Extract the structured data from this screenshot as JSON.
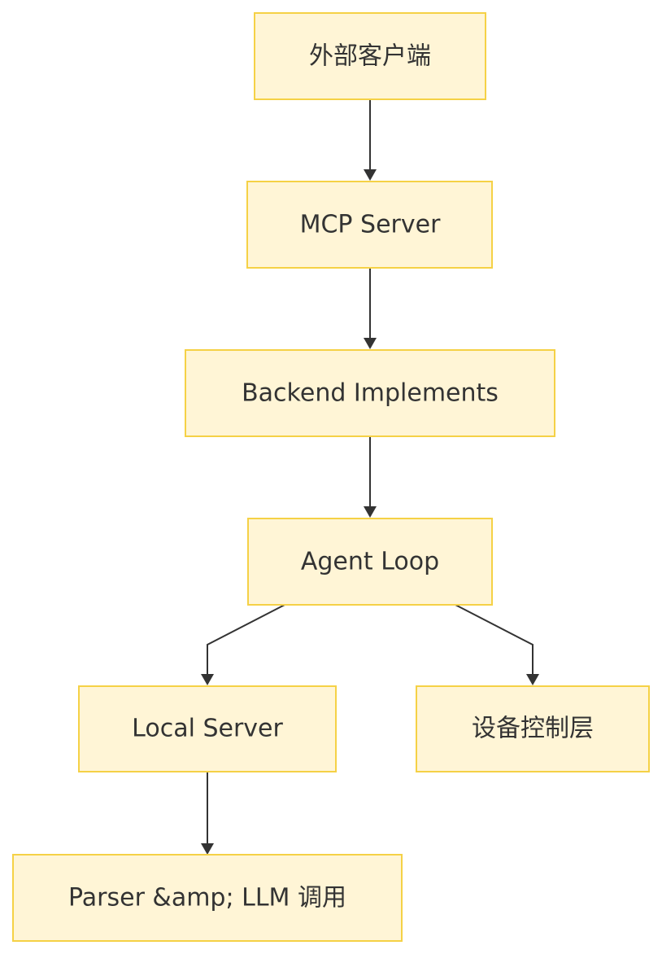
{
  "diagram": {
    "nodes": {
      "external_client": "外部客户端",
      "mcp_server": "MCP Server",
      "backend_implements": "Backend Implements",
      "agent_loop": "Agent Loop",
      "local_server": "Local Server",
      "device_control": "设备控制层",
      "parser_llm": "Parser &amp; LLM 调用"
    },
    "colors": {
      "node_fill": "#fff5d6",
      "node_border": "#f5d146",
      "edge": "#333333",
      "text": "#333333"
    }
  }
}
